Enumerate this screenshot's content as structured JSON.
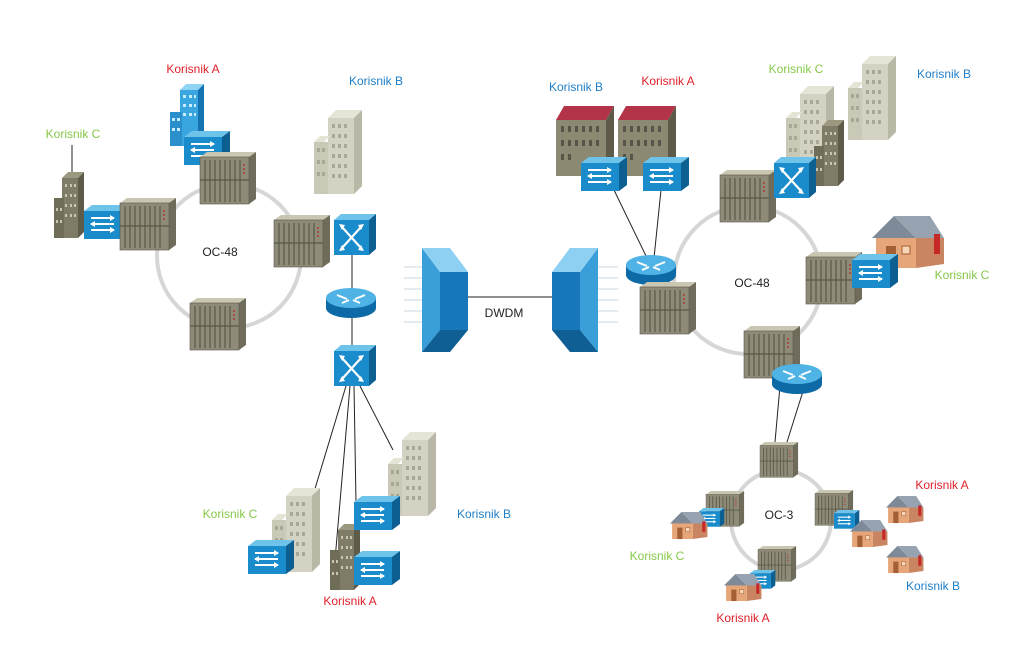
{
  "colors": {
    "user_a": "#e0202a",
    "user_b": "#1f7fc8",
    "user_c": "#86c84a",
    "ring": "#d6d6d6",
    "device_blue": "#1a8ccc",
    "shelf": "#8e8b78"
  },
  "labels": {
    "left_ring": "OC-48",
    "right_ring": "OC-48",
    "small_ring": "OC-3",
    "dwdm": "DWDM",
    "l_user_a_top": "Korisnik A",
    "l_user_b_top": "Korisnik B",
    "l_user_c_top": "Korisnik C",
    "l_user_c_bottom": "Korisnik C",
    "l_user_b_bottom": "Korisnik B",
    "l_user_a_bottom": "Korisnik A",
    "r_user_b_top": "Korisnik B",
    "r_user_a_top": "Korisnik A",
    "r_user_c_top": "Korisnik C",
    "r_user_b_top_right": "Korisnik B",
    "r_user_c_mid": "Korisnik C",
    "s_user_a_right": "Korisnik A",
    "s_user_c_left": "Korisnik C",
    "s_user_b_right": "Korisnik B",
    "s_user_a_bottom": "Korisnik A"
  },
  "icons": [
    "office-building-icon",
    "house-icon",
    "sonet-add-drop-multiplexer-icon",
    "router-icon",
    "atm-switch-icon",
    "ethernet-switch-icon",
    "dwdm-multiplexer-icon"
  ]
}
